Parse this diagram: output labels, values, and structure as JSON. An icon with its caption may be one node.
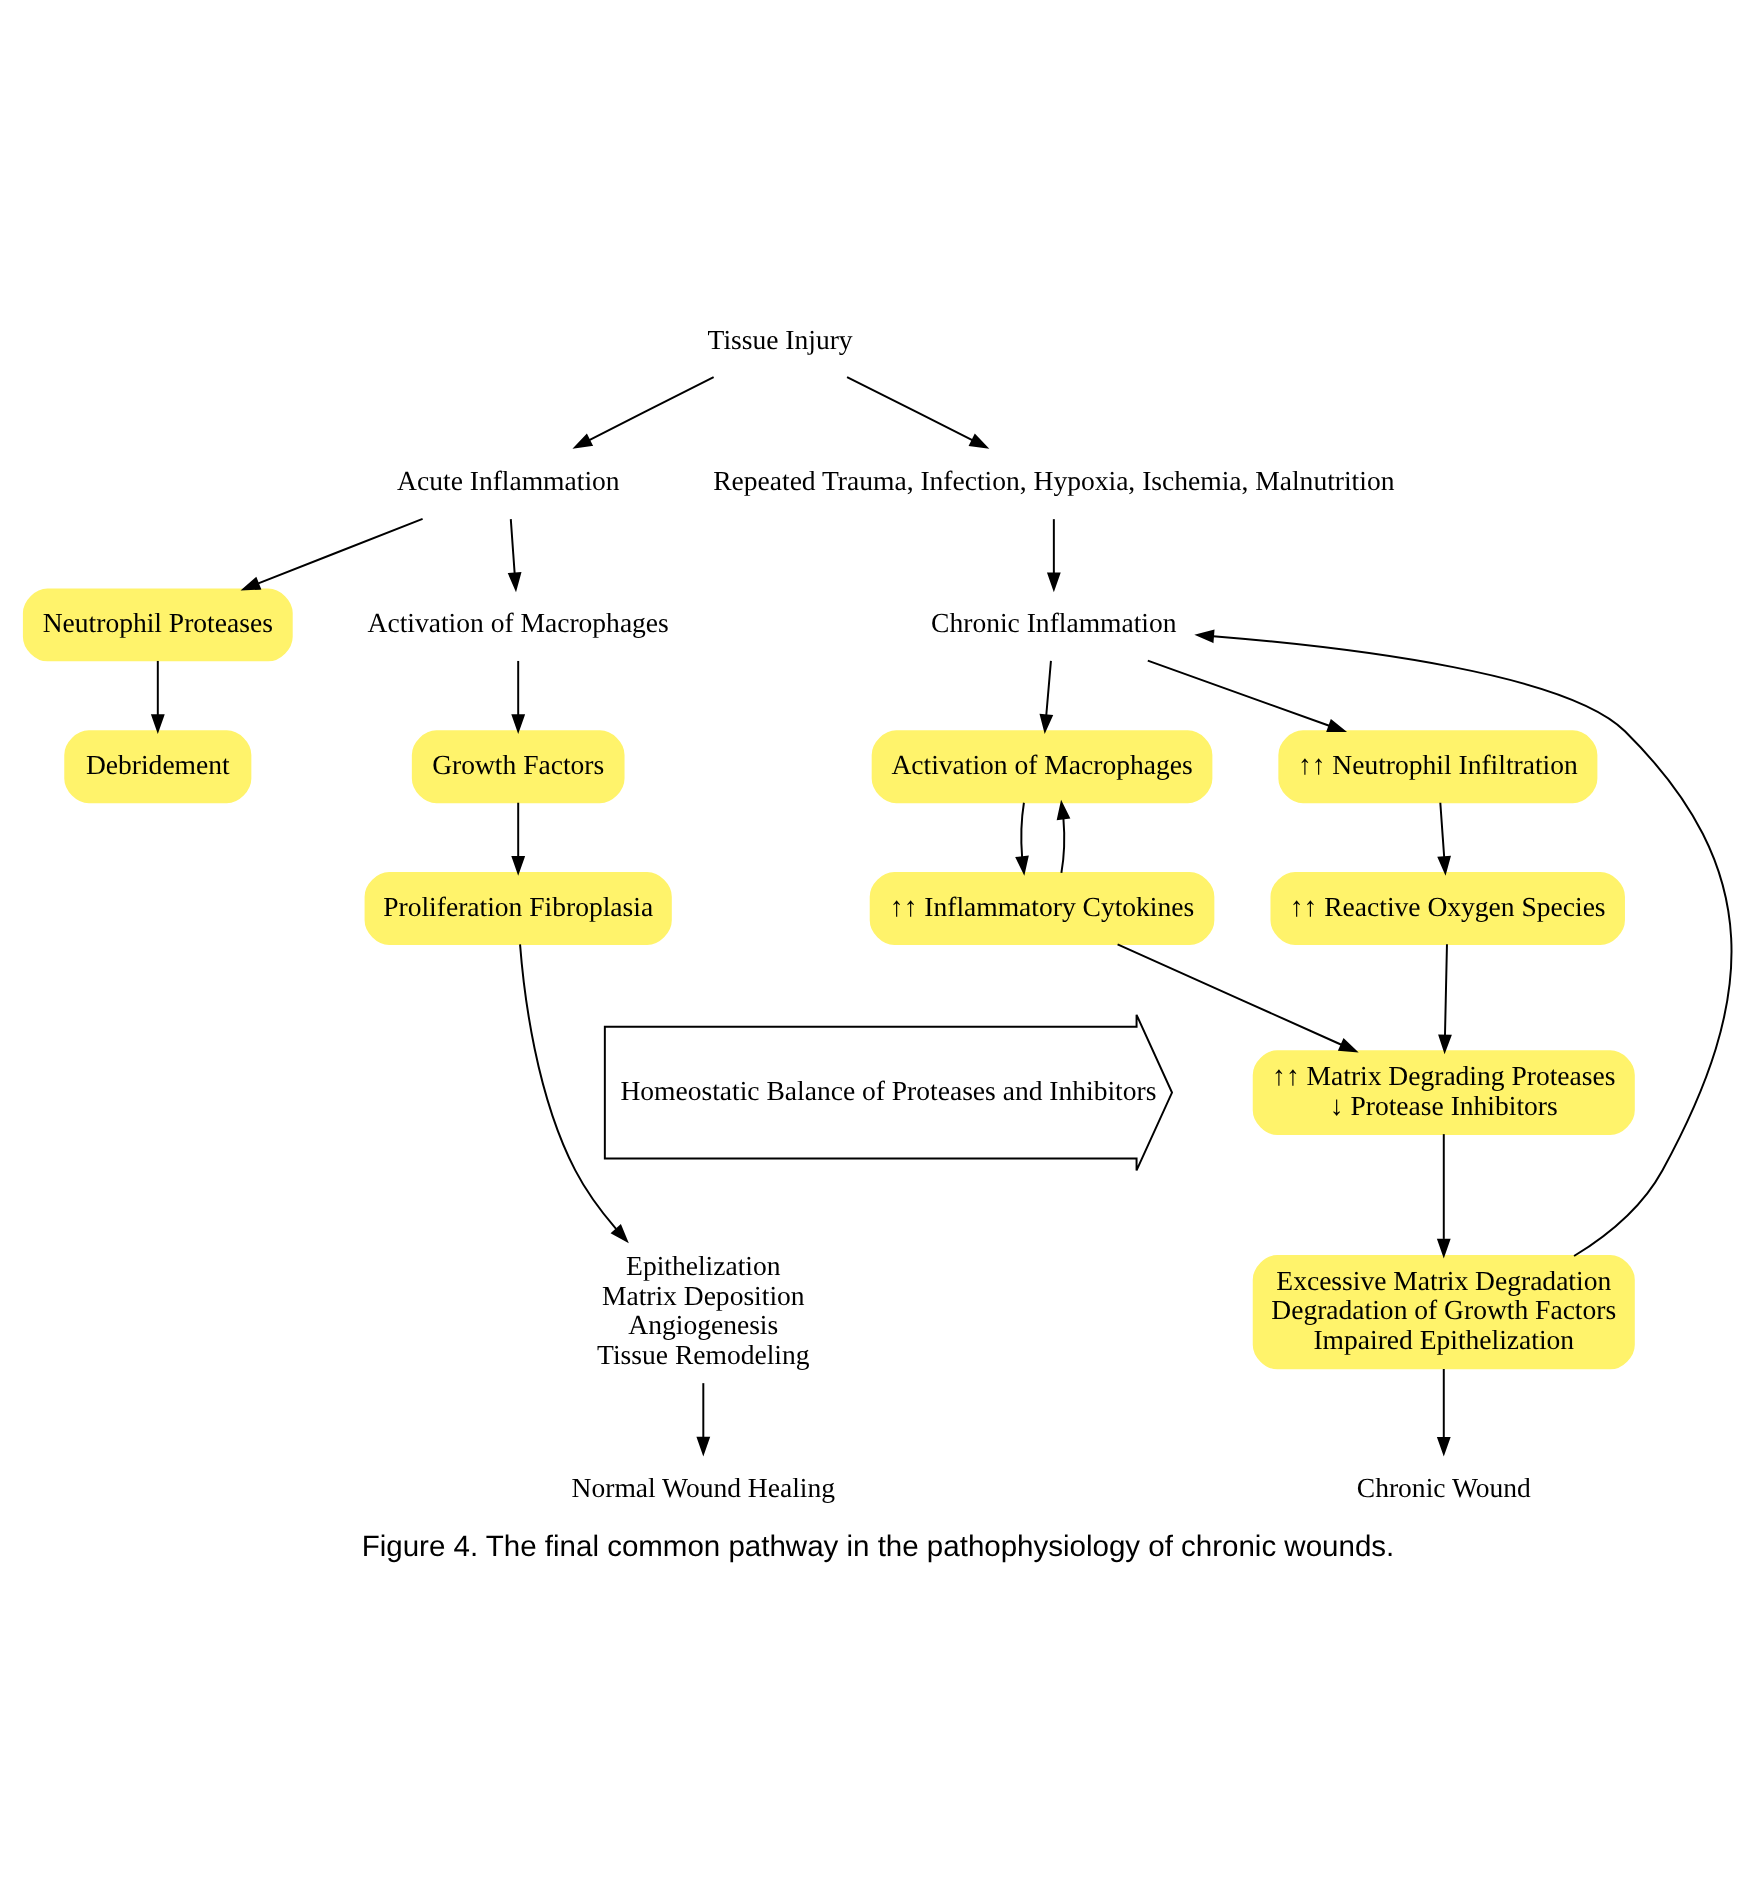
{
  "diagram": {
    "caption": "Figure 4. The final common pathway in the pathophysiology of chronic wounds.",
    "nodes": [
      {
        "text": [
          "Tissue Injury"
        ]
      },
      {
        "text": [
          "Acute Inflammation"
        ]
      },
      {
        "text": [
          "Repeated Trauma, Infection, Hypoxia, Ischemia, Malnutrition"
        ]
      },
      {
        "text": [
          "Neutrophil Proteases"
        ]
      },
      {
        "text": [
          "Activation of Macrophages"
        ]
      },
      {
        "text": [
          "Chronic Inflammation"
        ]
      },
      {
        "text": [
          "Debridement"
        ]
      },
      {
        "text": [
          "Growth Factors"
        ]
      },
      {
        "text": [
          "Activation of Macrophages"
        ]
      },
      {
        "text": [
          "↑↑ Neutrophil Infiltration"
        ]
      },
      {
        "text": [
          "Proliferation Fibroplasia"
        ]
      },
      {
        "text": [
          "↑↑ Inflammatory Cytokines"
        ]
      },
      {
        "text": [
          "↑↑ Reactive Oxygen Species"
        ]
      },
      {
        "text": [
          "Homeostatic Balance of Proteases and Inhibitors"
        ]
      },
      {
        "text": [
          "↑↑ Matrix Degrading Proteases",
          "↓ Protease Inhibitors"
        ]
      },
      {
        "text": [
          "Epithelization",
          "Matrix Deposition",
          "Angiogenesis",
          "Tissue Remodeling"
        ]
      },
      {
        "text": [
          "Excessive Matrix Degradation",
          "Degradation of Growth Factors",
          "Impaired Epithelization"
        ]
      },
      {
        "text": [
          "Normal Wound Healing"
        ]
      },
      {
        "text": [
          "Chronic Wound"
        ]
      }
    ],
    "edges": [
      {
        "from": 0,
        "to": 1,
        "arrow": "to"
      },
      {
        "from": 0,
        "to": 2,
        "arrow": "to"
      },
      {
        "from": 1,
        "to": 3,
        "arrow": "to"
      },
      {
        "from": 1,
        "to": 4,
        "arrow": "to"
      },
      {
        "from": 2,
        "to": 5,
        "arrow": "to"
      },
      {
        "from": 3,
        "to": 6,
        "arrow": "to"
      },
      {
        "from": 4,
        "to": 7,
        "arrow": "to"
      },
      {
        "from": 5,
        "to": 8,
        "arrow": "to"
      },
      {
        "from": 5,
        "to": 9,
        "arrow": "to"
      },
      {
        "from": 7,
        "to": 10,
        "arrow": "to"
      },
      {
        "from": 11,
        "to": 8,
        "arrow": "to"
      },
      {
        "from": 8,
        "to": 11,
        "arrow": "to"
      },
      {
        "from": 9,
        "to": 12,
        "arrow": "to"
      },
      {
        "from": 11,
        "to": 14,
        "arrow": "to"
      },
      {
        "from": 12,
        "to": 14,
        "arrow": "to"
      },
      {
        "from": 10,
        "to": 15,
        "arrow": "to"
      },
      {
        "from": 14,
        "to": 16,
        "arrow": "to"
      },
      {
        "from": 15,
        "to": 17,
        "arrow": "to"
      },
      {
        "from": 16,
        "to": 18,
        "arrow": "to"
      },
      {
        "from": 16,
        "to": 5,
        "arrow": "to"
      }
    ]
  }
}
